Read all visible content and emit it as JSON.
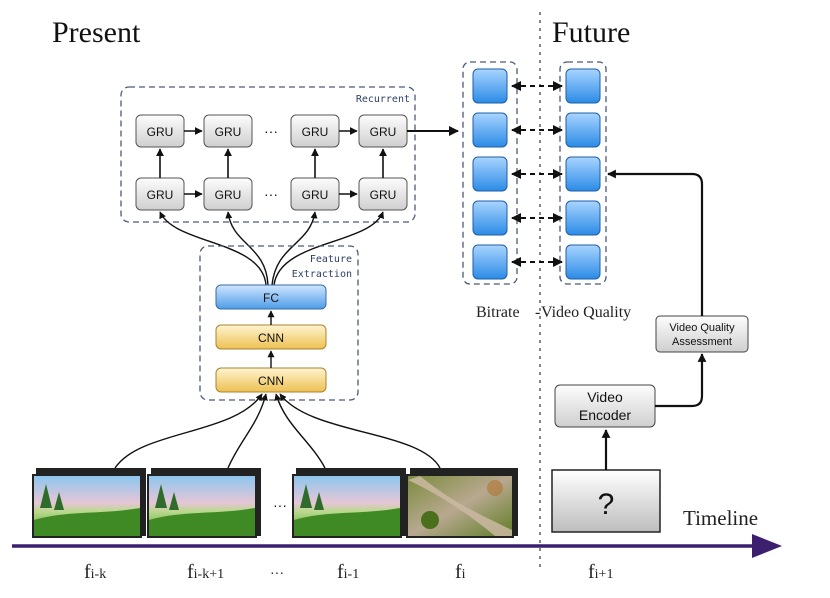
{
  "headings": {
    "present": "Present",
    "future": "Future"
  },
  "recurrent": {
    "label": "Recurrent",
    "top_row": [
      "GRU",
      "GRU",
      "GRU",
      "GRU"
    ],
    "bottom_row": [
      "GRU",
      "GRU",
      "GRU",
      "GRU"
    ],
    "ellipsis": "···"
  },
  "feature_extraction": {
    "label_line1": "Feature",
    "label_line2": "Extraction",
    "fc": "FC",
    "cnn_top": "CNN",
    "cnn_bottom": "CNN"
  },
  "pair_caption": {
    "bitrate": "Bitrate",
    "quality": "Video Quality"
  },
  "encoder": {
    "line1": "Video",
    "line2": "Encoder"
  },
  "assessment": {
    "line1": "Video Quality",
    "line2": "Assessment"
  },
  "unknown_frame": "?",
  "frames_ellipsis": "···",
  "timeline": {
    "label": "Timeline",
    "ticks": [
      {
        "base": "f",
        "sub": "i-k"
      },
      {
        "base": "f",
        "sub": "i-k+1"
      },
      {
        "base": "",
        "sub": "···"
      },
      {
        "base": "f",
        "sub": "i-1"
      },
      {
        "base": "f",
        "sub": "i"
      },
      {
        "base": "f",
        "sub": "i+1"
      }
    ]
  },
  "colors": {
    "timeline": "#3c1f6e",
    "fc_blue": "#5aa6ee",
    "cnn_gold": "#f0c75a",
    "cell_blue": "#3d9be9",
    "gru_gray": "#e4e4e4"
  }
}
